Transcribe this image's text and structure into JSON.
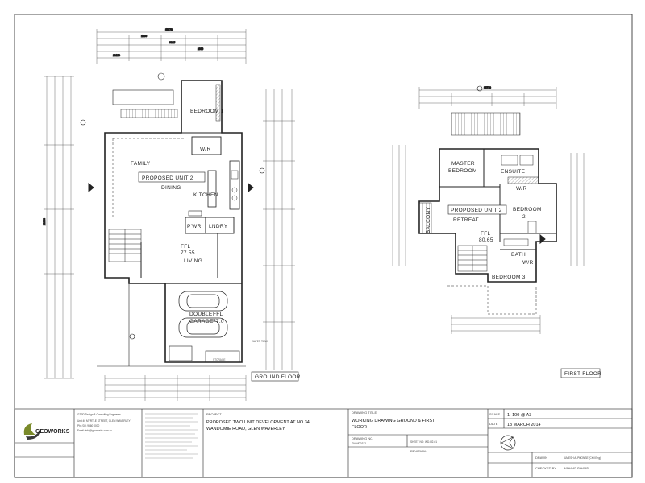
{
  "rooms": {
    "bedroom1": "BEDROOM 1",
    "family": "FAMILY",
    "unit_label_ground": "PROPOSED UNIT 2",
    "dining": "DINING",
    "kitchen": "KITCHEN",
    "wr_ground": "W/R",
    "pwr": "P'WR",
    "lndry": "LNDRY",
    "ffl_ground": "FFL",
    "ffl_ground_val": "77.55",
    "living": "LIVING",
    "garage_line1": "DOUBLE",
    "garage_line2": "GARAGE",
    "garage_ffl": "FFL",
    "garage_ffl_val": "77.0",
    "water_tank": "WATER TANK",
    "storage": "STORAGE",
    "ground_floor_tag": "GROUND FLOOR",
    "master_line1": "MASTER",
    "master_line2": "BEDROOM",
    "ensuite": "ENSUITE",
    "wr_first": "W/R",
    "bedroom2_line1": "BEDROOM",
    "bedroom2_line2": "2",
    "unit_label_first": "PROPOSED UNIT 2",
    "balcony": "BALCONY",
    "retreat": "RETREAT",
    "ffl_first": "FFL",
    "ffl_first_val": "80.65",
    "bath": "BATH",
    "wr_first2": "W/R",
    "bedroom3": "BEDROOM 3",
    "first_floor_tag": "FIRST FLOOR"
  },
  "dims": {
    "top_overall": "15270",
    "top_a": "1060",
    "top_b": "6315",
    "top_c": "1660",
    "top_d": "10150",
    "left_overall": "22600",
    "ff_top": "10720"
  },
  "title_block": {
    "company_name": "GEOWORKS",
    "company_line1": "GTPD Design & Consulting Engineers",
    "company_line2": "Unit 40 MYRTLE STREET, GLEN WAVERLEY",
    "company_line3": "Ph: (03) 9560 0000",
    "company_line4": "Email: info@geoworks.com.au",
    "project_label": "PROJECT",
    "project_line1": "PROPOSED TWO UNIT DEVELOPMENT  AT NO.34,",
    "project_line2": "WANDOMIE ROAD, GLEN WAVERLEY.",
    "drawing_title_label": "DRAWING TITLE",
    "drawing_title_line1": "WORKING DRAWING GROUND & FIRST",
    "drawing_title_line2": "FLOOR",
    "drawing_no_label": "DRAWING NO.",
    "drawing_no": "GWWD0312",
    "sheet_no": "SHEET NO: WD-U2-01",
    "revision_label": "REVISION:",
    "scale_label": "SCALE",
    "scale": "1: 100 @ A3",
    "date_label": "DATE",
    "date": "13 MARCH 2014",
    "drawn_label": "DRAWN",
    "drawn": "UMESH ALPHONSE (Civil Eng)",
    "checked_label": "CHECKED BY",
    "checked": "MAHAMOUD HAMID"
  }
}
